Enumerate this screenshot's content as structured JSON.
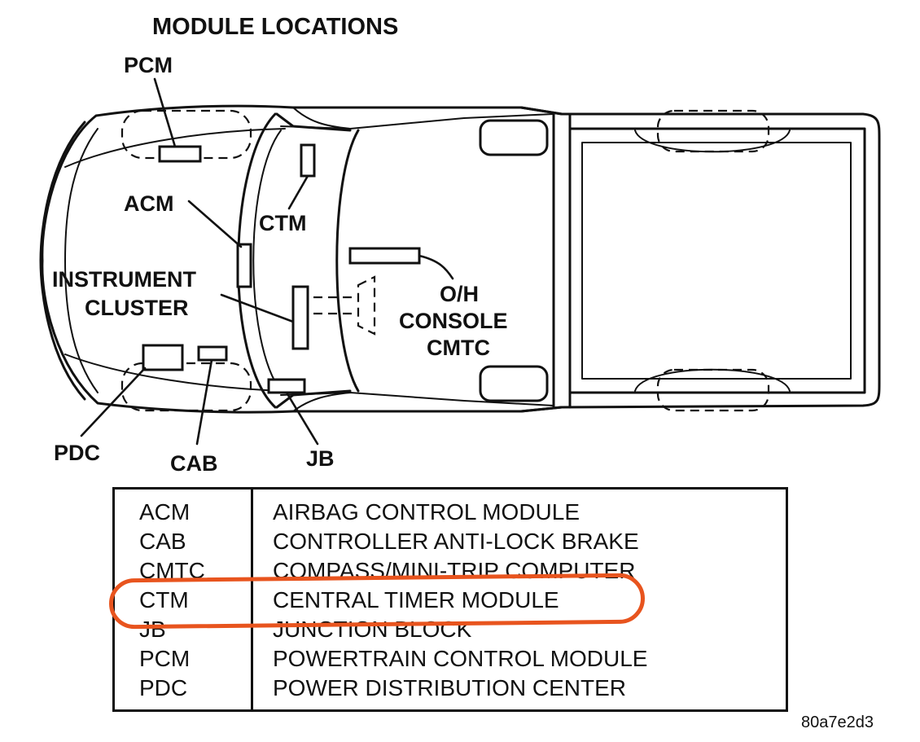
{
  "title": "MODULE LOCATIONS",
  "callouts": {
    "pcm": "PCM",
    "acm": "ACM",
    "ctm": "CTM",
    "instrument_cluster_line1": "INSTRUMENT",
    "instrument_cluster_line2": "CLUSTER",
    "oh_console_line1": "O/H",
    "oh_console_line2": "CONSOLE",
    "oh_console_line3": "CMTC",
    "pdc": "PDC",
    "cab": "CAB",
    "jb": "JB"
  },
  "legend": [
    {
      "abbr": "ACM",
      "desc": "AIRBAG CONTROL MODULE"
    },
    {
      "abbr": "CAB",
      "desc": "CONTROLLER ANTI-LOCK BRAKE"
    },
    {
      "abbr": "CMTC",
      "desc": "COMPASS/MINI-TRIP COMPUTER"
    },
    {
      "abbr": "CTM",
      "desc": "CENTRAL TIMER MODULE"
    },
    {
      "abbr": "JB",
      "desc": "JUNCTION BLOCK"
    },
    {
      "abbr": "PCM",
      "desc": "POWERTRAIN CONTROL MODULE"
    },
    {
      "abbr": "PDC",
      "desc": "POWER DISTRIBUTION CENTER"
    }
  ],
  "highlighted_row": "CTM",
  "highlight_color": "#e8541e",
  "figure_code": "80a7e2d3"
}
